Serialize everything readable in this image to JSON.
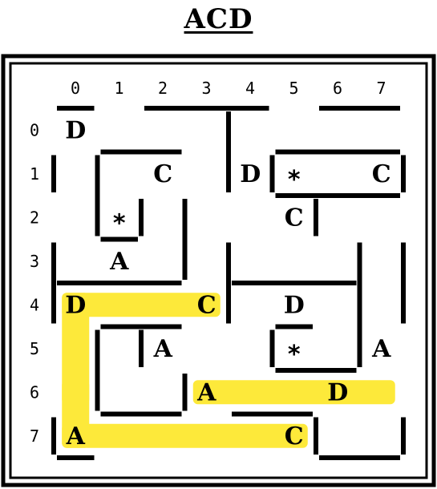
{
  "title": "ACD",
  "colors": {
    "highlight": "#fde93a",
    "wall": "#000000",
    "background": "#ffffff"
  },
  "col_labels": [
    "0",
    "1",
    "2",
    "3",
    "4",
    "5",
    "6",
    "7"
  ],
  "row_labels": [
    "0",
    "1",
    "2",
    "3",
    "4",
    "5",
    "6",
    "7"
  ],
  "cells": [
    {
      "r": 0,
      "c": 0,
      "t": "D"
    },
    {
      "r": 1,
      "c": 2,
      "t": "C"
    },
    {
      "r": 1,
      "c": 4,
      "t": "D"
    },
    {
      "r": 1,
      "c": 5,
      "t": "*"
    },
    {
      "r": 1,
      "c": 7,
      "t": "C"
    },
    {
      "r": 2,
      "c": 1,
      "t": "*"
    },
    {
      "r": 2,
      "c": 5,
      "t": "C"
    },
    {
      "r": 3,
      "c": 1,
      "t": "A"
    },
    {
      "r": 4,
      "c": 0,
      "t": "D"
    },
    {
      "r": 4,
      "c": 3,
      "t": "C"
    },
    {
      "r": 4,
      "c": 5,
      "t": "D"
    },
    {
      "r": 5,
      "c": 2,
      "t": "A"
    },
    {
      "r": 5,
      "c": 5,
      "t": "*"
    },
    {
      "r": 5,
      "c": 7,
      "t": "A"
    },
    {
      "r": 6,
      "c": 3,
      "t": "A"
    },
    {
      "r": 6,
      "c": 6,
      "t": "D"
    },
    {
      "r": 7,
      "c": 0,
      "t": "A"
    },
    {
      "r": 7,
      "c": 5,
      "t": "C"
    }
  ],
  "walls_h": [
    {
      "r": 0,
      "c0": 0,
      "c1": 1
    },
    {
      "r": 0,
      "c0": 2,
      "c1": 5
    },
    {
      "r": 0,
      "c0": 6,
      "c1": 8
    },
    {
      "r": 1,
      "c0": 1,
      "c1": 3
    },
    {
      "r": 1,
      "c0": 5,
      "c1": 8
    },
    {
      "r": 2,
      "c0": 5,
      "c1": 8
    },
    {
      "r": 3,
      "c0": 1,
      "c1": 2
    },
    {
      "r": 4,
      "c0": 0,
      "c1": 3
    },
    {
      "r": 4,
      "c0": 4,
      "c1": 7
    },
    {
      "r": 5,
      "c0": 1,
      "c1": 3
    },
    {
      "r": 5,
      "c0": 5,
      "c1": 6
    },
    {
      "r": 6,
      "c0": 5,
      "c1": 7
    },
    {
      "r": 7,
      "c0": 1,
      "c1": 3
    },
    {
      "r": 7,
      "c0": 4,
      "c1": 6
    },
    {
      "r": 8,
      "c0": 0,
      "c1": 1
    },
    {
      "r": 8,
      "c0": 6,
      "c1": 8
    }
  ],
  "walls_v": [
    {
      "c": 0,
      "r0": 1,
      "r1": 2
    },
    {
      "c": 0,
      "r0": 3,
      "r1": 5
    },
    {
      "c": 0,
      "r0": 7,
      "r1": 8
    },
    {
      "c": 1,
      "r0": 1,
      "r1": 3
    },
    {
      "c": 1,
      "r0": 5,
      "r1": 7
    },
    {
      "c": 2,
      "r0": 2,
      "r1": 3
    },
    {
      "c": 2,
      "r0": 5,
      "r1": 6
    },
    {
      "c": 3,
      "r0": 2,
      "r1": 4
    },
    {
      "c": 3,
      "r0": 6,
      "r1": 7
    },
    {
      "c": 4,
      "r0": 0,
      "r1": 2
    },
    {
      "c": 4,
      "r0": 3,
      "r1": 5
    },
    {
      "c": 5,
      "r0": 1,
      "r1": 2
    },
    {
      "c": 5,
      "r0": 5,
      "r1": 6
    },
    {
      "c": 6,
      "r0": 2,
      "r1": 3
    },
    {
      "c": 6,
      "r0": 7,
      "r1": 8
    },
    {
      "c": 7,
      "r0": 3,
      "r1": 6
    },
    {
      "c": 8,
      "r0": 1,
      "r1": 2
    },
    {
      "c": 8,
      "r0": 3,
      "r1": 5
    },
    {
      "c": 8,
      "r0": 7,
      "r1": 8
    }
  ],
  "highlight_path": [
    {
      "r0": 6,
      "c0": 0,
      "r1": 6,
      "c1": 0
    },
    {
      "r0": 4,
      "c0": 0,
      "r1": 4,
      "c1": 3
    },
    {
      "r0": 4,
      "c0": 0,
      "r1": 7,
      "c1": 0
    },
    {
      "r0": 7,
      "c0": 0,
      "r1": 7,
      "c1": 5
    },
    {
      "r0": 6,
      "c0": 3,
      "r1": 6,
      "c1": 7
    }
  ]
}
